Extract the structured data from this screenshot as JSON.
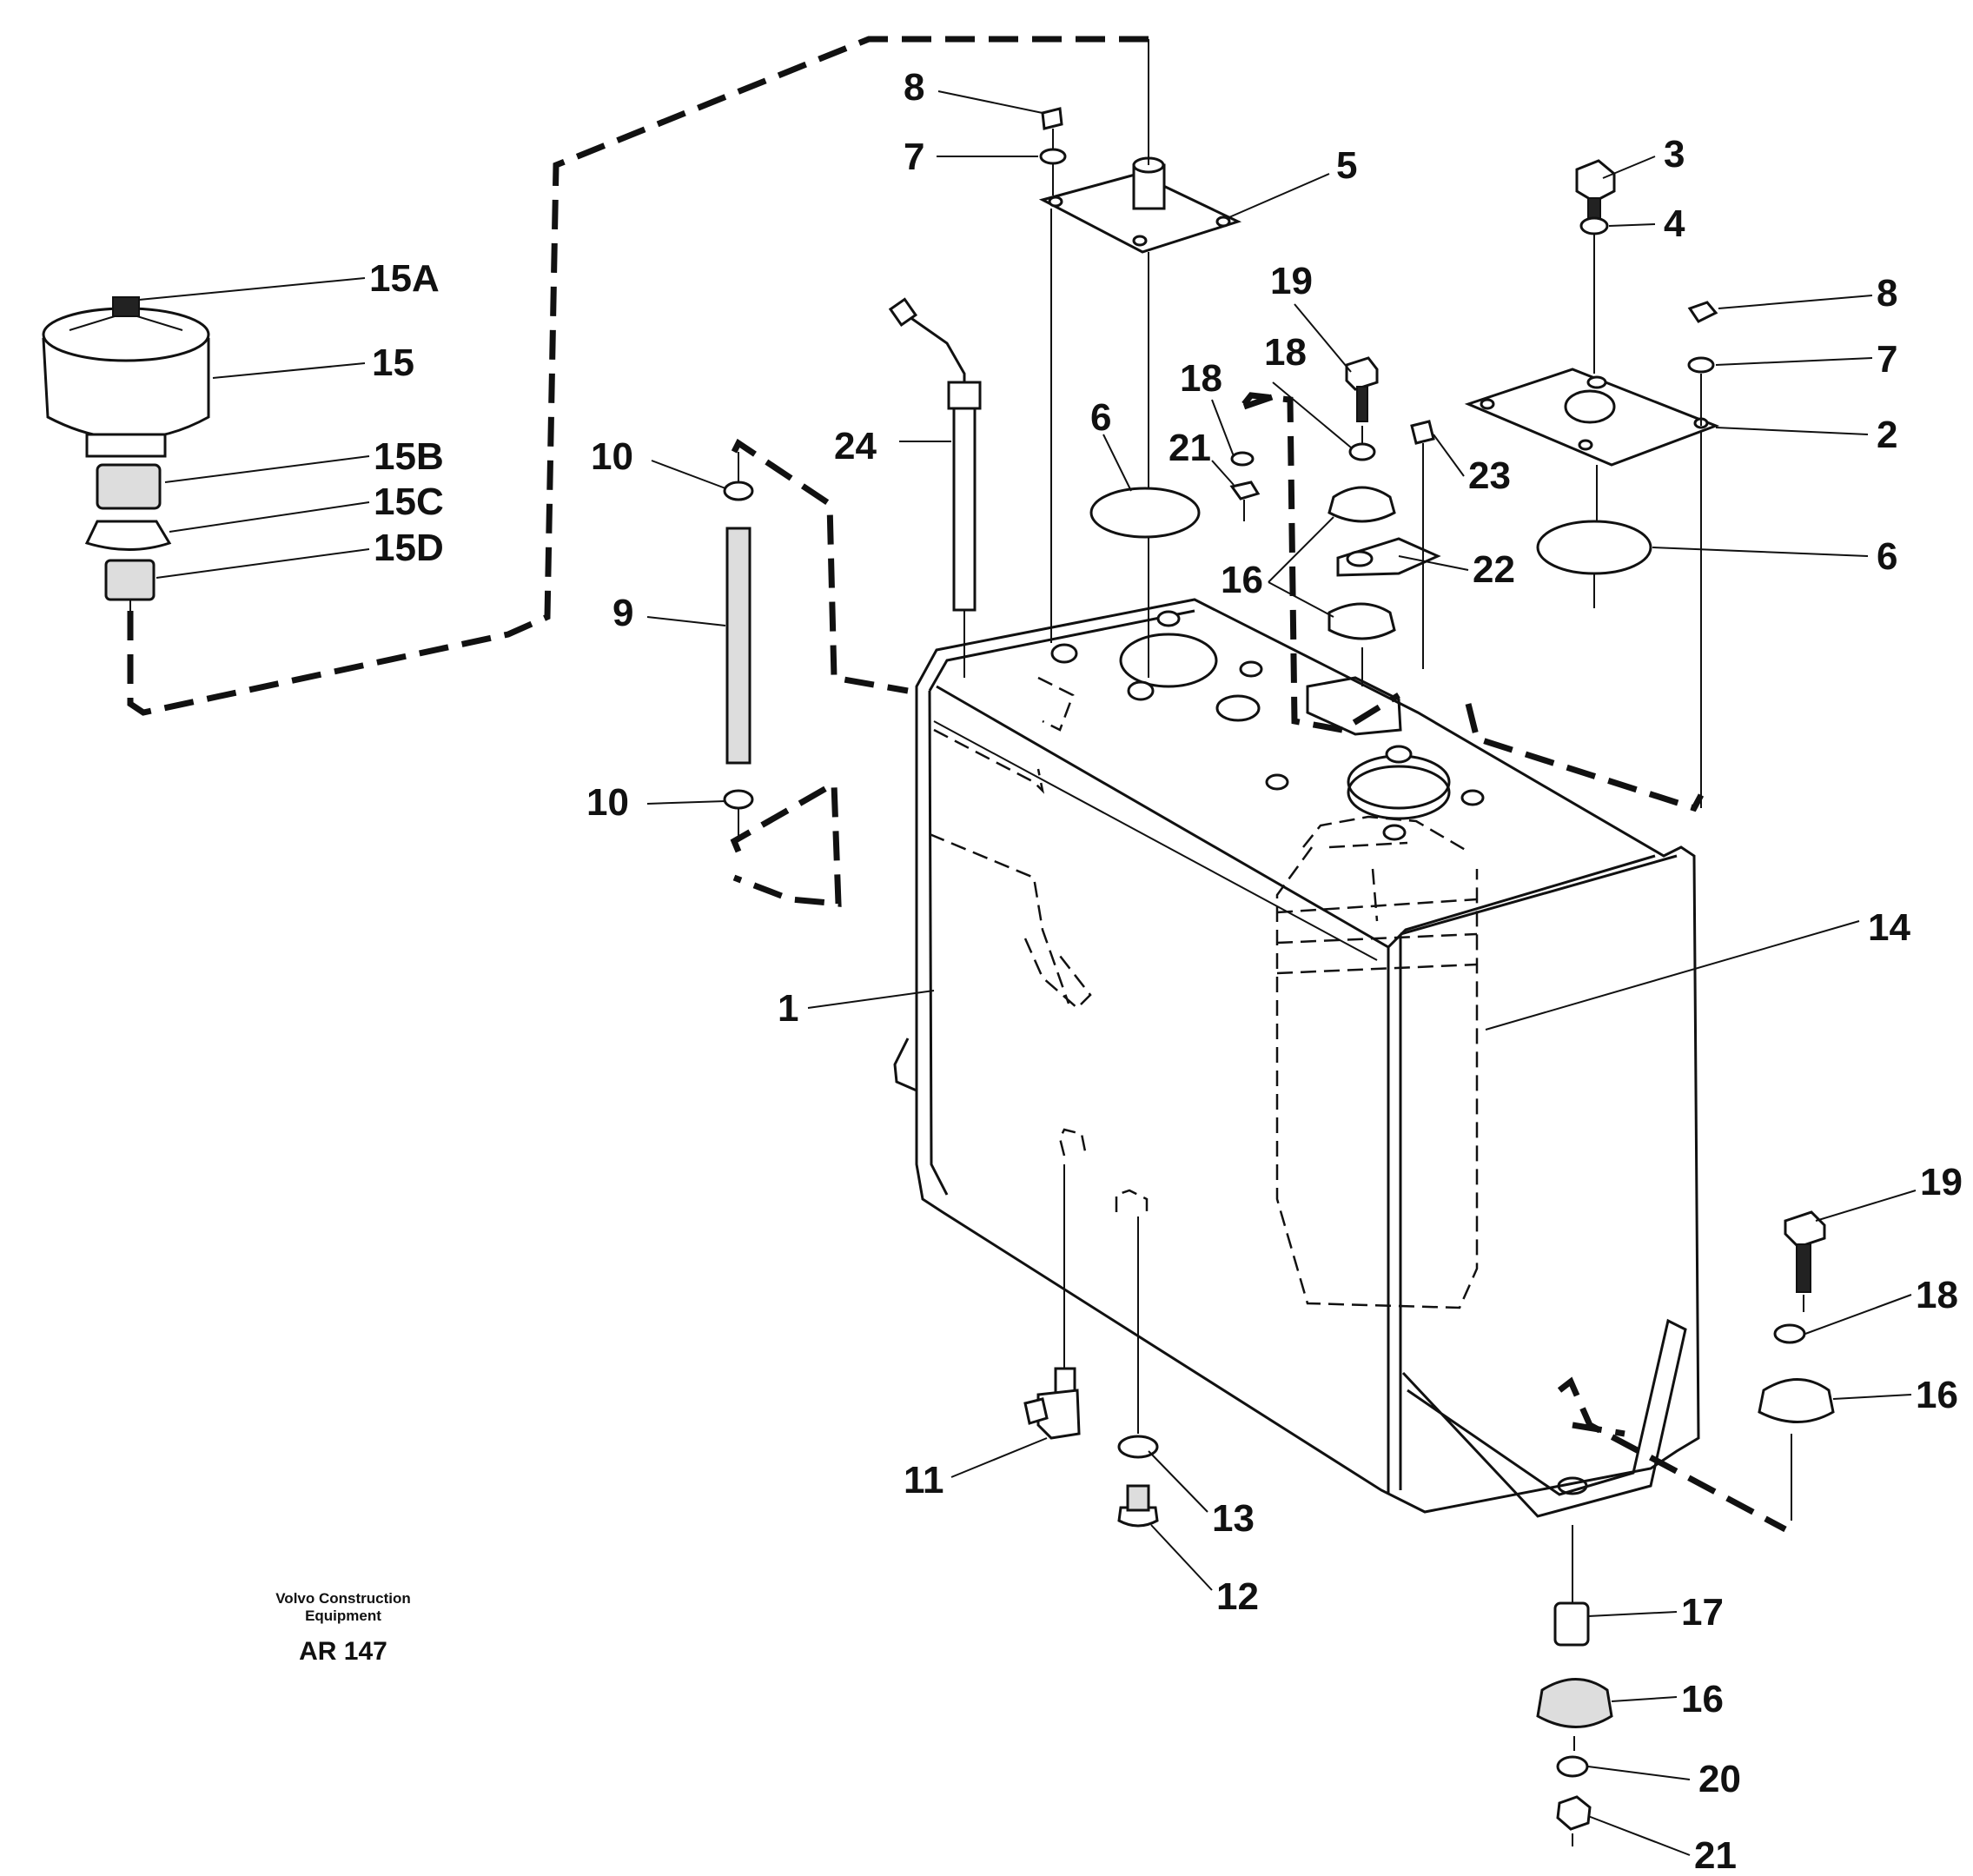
{
  "callouts": [
    {
      "id": "1",
      "label": "1"
    },
    {
      "id": "2",
      "label": "2"
    },
    {
      "id": "3",
      "label": "3"
    },
    {
      "id": "4",
      "label": "4"
    },
    {
      "id": "5",
      "label": "5"
    },
    {
      "id": "6a",
      "label": "6"
    },
    {
      "id": "6b",
      "label": "6"
    },
    {
      "id": "7a",
      "label": "7"
    },
    {
      "id": "7b",
      "label": "7"
    },
    {
      "id": "8a",
      "label": "8"
    },
    {
      "id": "8b",
      "label": "8"
    },
    {
      "id": "9",
      "label": "9"
    },
    {
      "id": "10a",
      "label": "10"
    },
    {
      "id": "10b",
      "label": "10"
    },
    {
      "id": "11",
      "label": "11"
    },
    {
      "id": "12",
      "label": "12"
    },
    {
      "id": "13",
      "label": "13"
    },
    {
      "id": "14",
      "label": "14"
    },
    {
      "id": "15",
      "label": "15"
    },
    {
      "id": "15A",
      "label": "15A"
    },
    {
      "id": "15B",
      "label": "15B"
    },
    {
      "id": "15C",
      "label": "15C"
    },
    {
      "id": "15D",
      "label": "15D"
    },
    {
      "id": "16a",
      "label": "16"
    },
    {
      "id": "16b",
      "label": "16"
    },
    {
      "id": "16c",
      "label": "16"
    },
    {
      "id": "17",
      "label": "17"
    },
    {
      "id": "18a",
      "label": "18"
    },
    {
      "id": "18b",
      "label": "18"
    },
    {
      "id": "18c",
      "label": "18"
    },
    {
      "id": "19a",
      "label": "19"
    },
    {
      "id": "19b",
      "label": "19"
    },
    {
      "id": "20",
      "label": "20"
    },
    {
      "id": "21a",
      "label": "21"
    },
    {
      "id": "21b",
      "label": "21"
    },
    {
      "id": "22",
      "label": "22"
    },
    {
      "id": "23",
      "label": "23"
    },
    {
      "id": "24",
      "label": "24"
    }
  ],
  "footer": {
    "company_line1": "Volvo Construction",
    "company_line2": "Equipment",
    "drawing_number": "AR 147"
  }
}
